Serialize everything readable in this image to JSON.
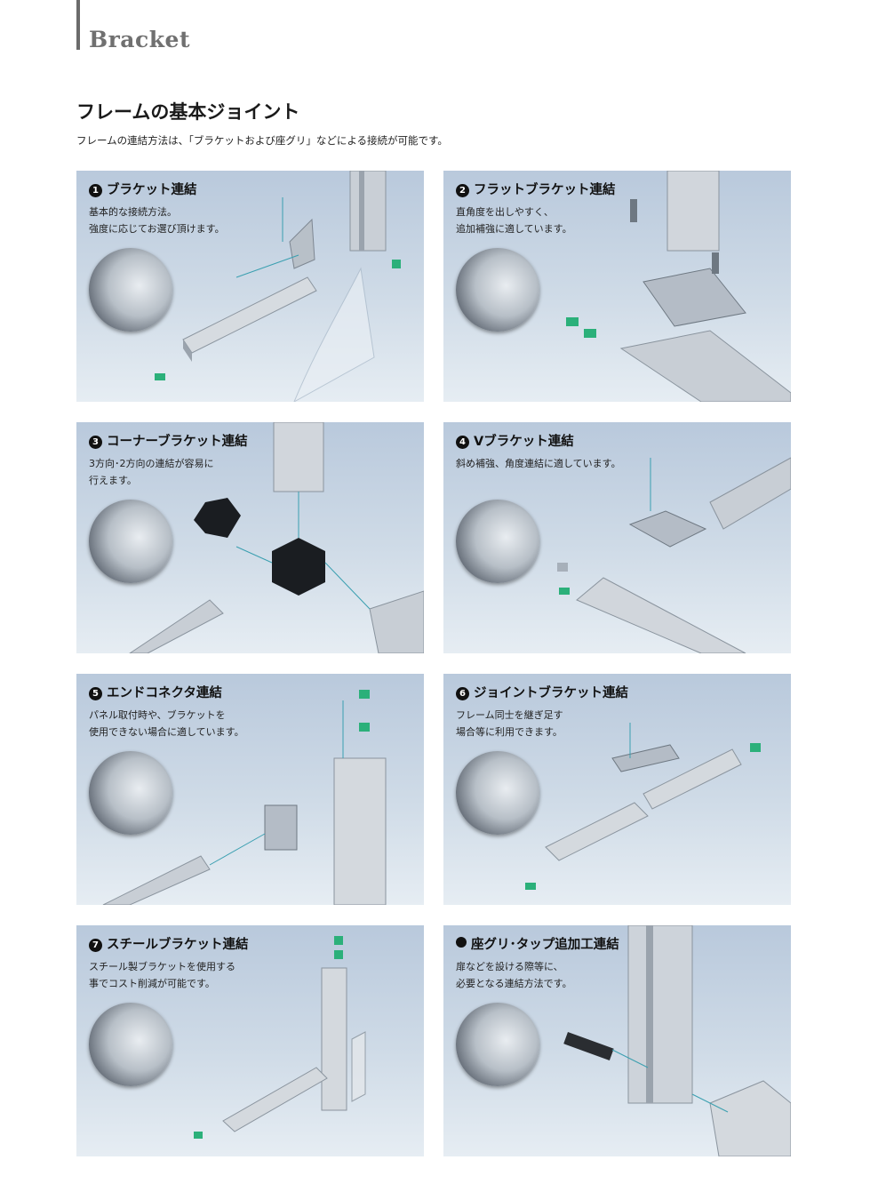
{
  "header": {
    "brand": "Bracket"
  },
  "page": {
    "title": "フレームの基本ジョイント",
    "intro": "フレームの連結方法は、「ブラケットおよび座グリ」などによる接続が可能です。"
  },
  "panels": [
    {
      "num": "1",
      "title": "ブラケット連結",
      "desc": [
        "基本的な接続方法。",
        "強度に応じてお選び頂けます。"
      ]
    },
    {
      "num": "2",
      "title": "フラットブラケット連結",
      "desc": [
        "直角度を出しやすく、",
        "追加補強に適しています。"
      ]
    },
    {
      "num": "3",
      "title": "コーナーブラケット連結",
      "desc": [
        "3方向･2方向の連結が容易に",
        "行えます。"
      ]
    },
    {
      "num": "4",
      "title": "Vブラケット連結",
      "desc": [
        "斜め補強、角度連結に適しています。"
      ]
    },
    {
      "num": "5",
      "title": "エンドコネクタ連結",
      "desc": [
        "パネル取付時や、ブラケットを",
        "使用できない場合に適しています。"
      ]
    },
    {
      "num": "6",
      "title": "ジョイントブラケット連結",
      "desc": [
        "フレーム同士を継ぎ足す",
        "場合等に利用できます。"
      ]
    },
    {
      "num": "7",
      "title": "スチールブラケット連結",
      "desc": [
        "スチール製ブラケットを使用する",
        "事でコスト削減が可能です。"
      ]
    },
    {
      "num": "",
      "title": "座グリ･タップ追加工連結",
      "desc": [
        "扉などを設ける際等に、",
        "必要となる連結方法です。"
      ]
    }
  ]
}
